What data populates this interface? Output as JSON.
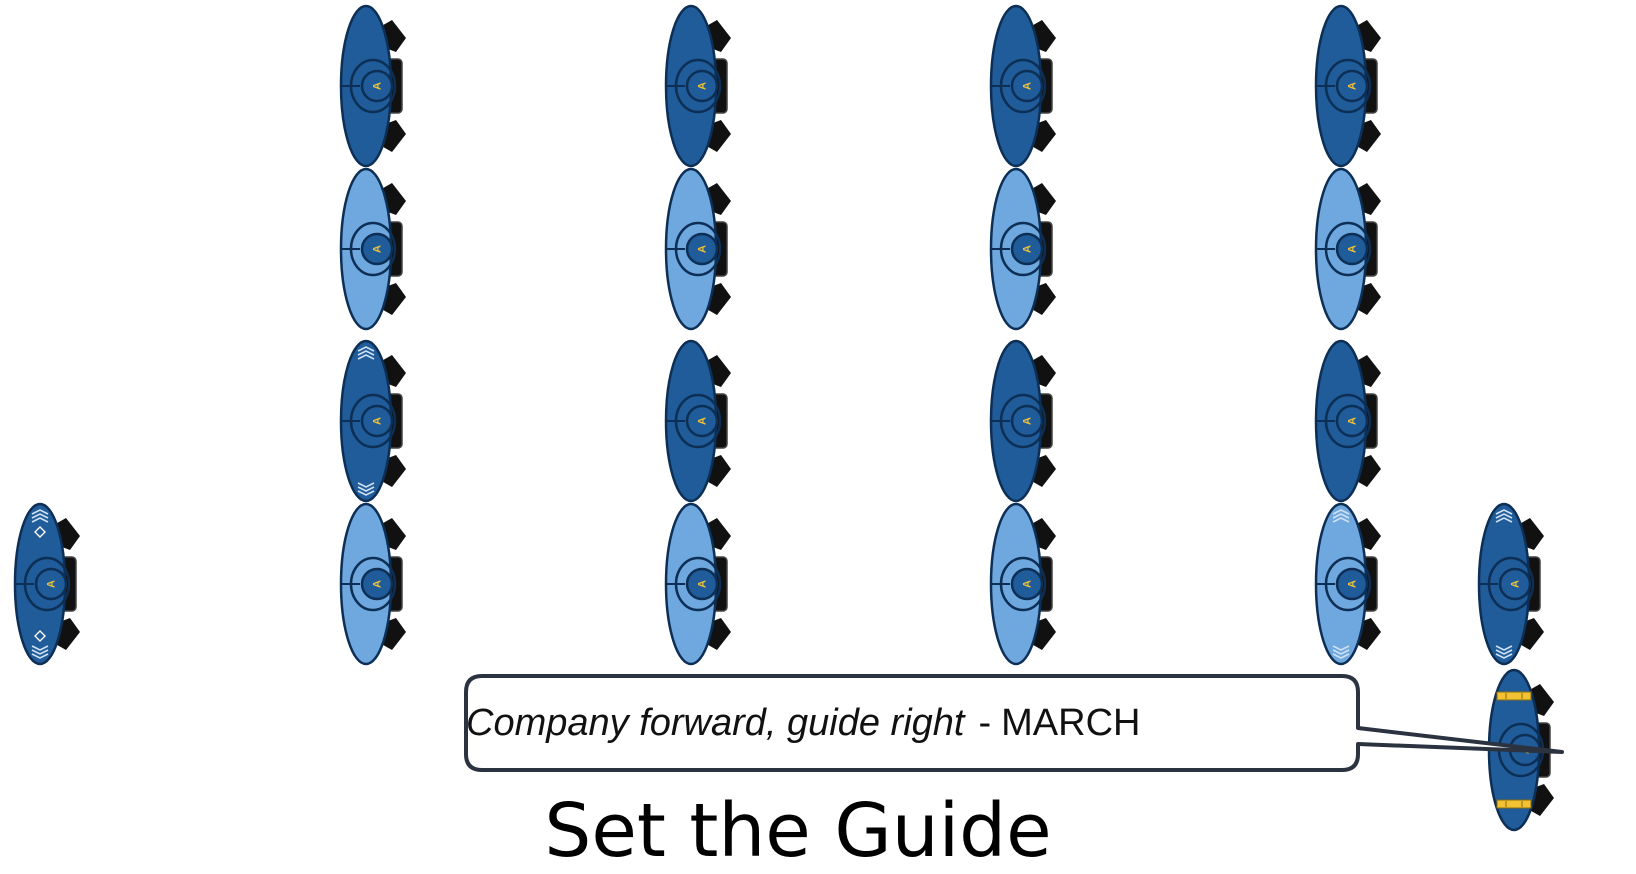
{
  "slide": {
    "title": "Set the Guide",
    "callout": {
      "command": "Company forward, guide right",
      "separator": "-",
      "execution": "MARCH"
    }
  },
  "colors": {
    "dark_blue": "#1f5c99",
    "light_blue": "#6ea8de",
    "outline": "#0d2f55",
    "boots": "#111111",
    "insignia": "#f2c233",
    "chevrons": "#cfe0f3",
    "callout_border": "#2b3340"
  },
  "formation": {
    "columns": 4,
    "ranks": 4,
    "rank_shades": [
      "dark",
      "light",
      "dark",
      "light"
    ],
    "soldier_icon": "soldier-top-view-icon",
    "insignia_letter": "A",
    "guide_position": "right of fourth rank",
    "commander_position": "right of guide, below",
    "leader_position": "left of fourth rank"
  }
}
